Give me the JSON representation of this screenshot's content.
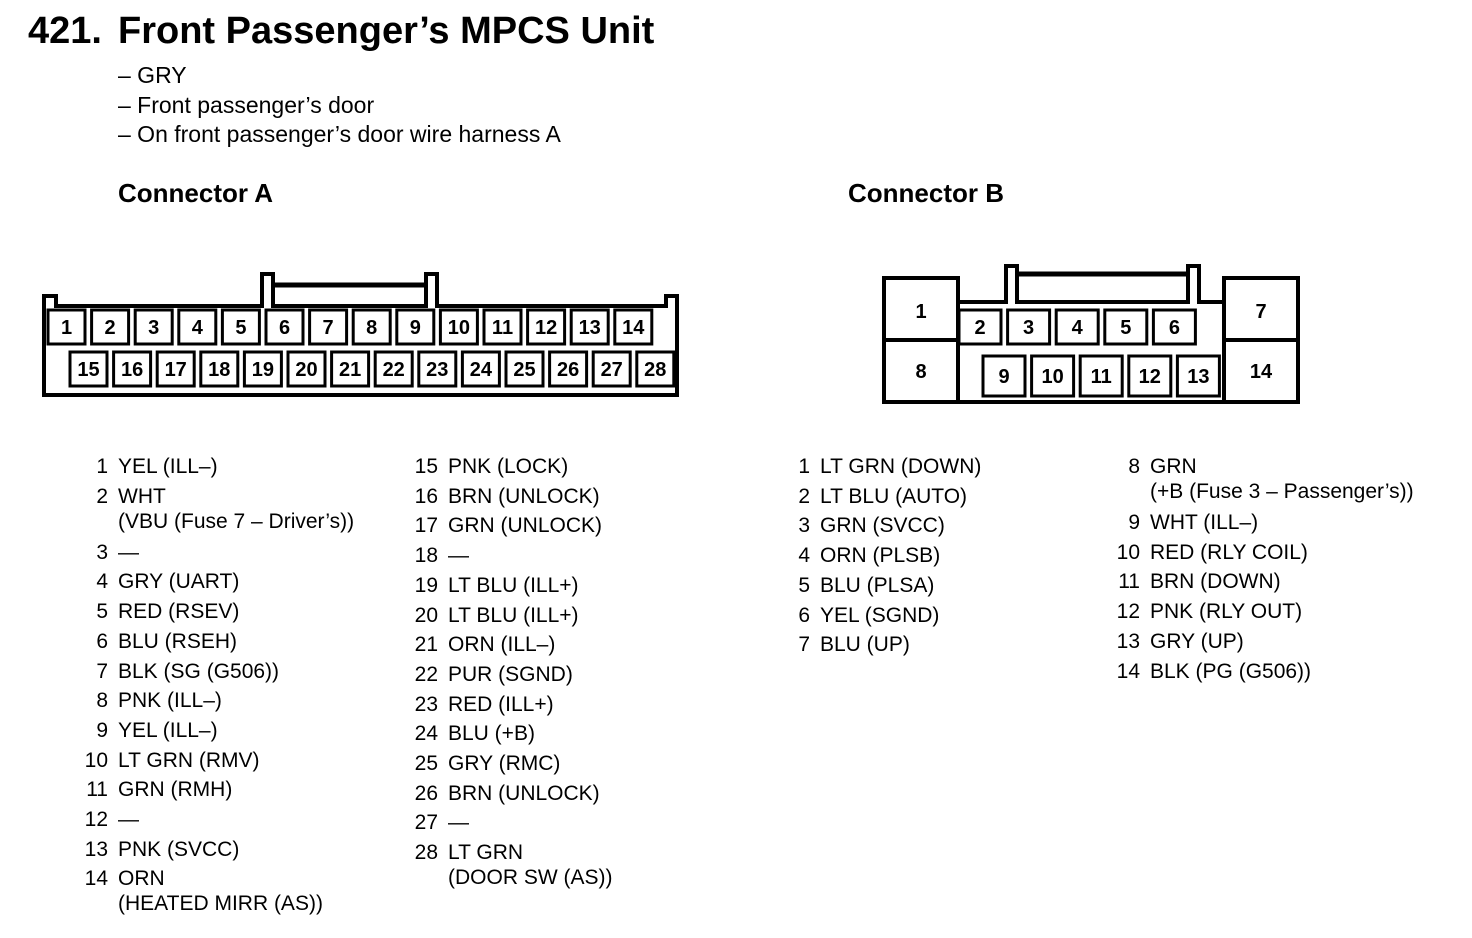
{
  "header": {
    "number": "421.",
    "title": "Front Passenger’s MPCS Unit",
    "color": "– GRY",
    "location": "– Front passenger’s door",
    "harness": "– On front passenger’s door wire harness A"
  },
  "connector_a": {
    "title": "Connector A",
    "top_row": [
      "1",
      "2",
      "3",
      "4",
      "5",
      "6",
      "7",
      "8",
      "9",
      "10",
      "11",
      "12",
      "13",
      "14"
    ],
    "bottom_row": [
      "15",
      "16",
      "17",
      "18",
      "19",
      "20",
      "21",
      "22",
      "23",
      "24",
      "25",
      "26",
      "27",
      "28"
    ],
    "pins_col1": [
      {
        "num": "1",
        "desc": "YEL (ILL–)"
      },
      {
        "num": "2",
        "desc": "WHT",
        "desc2": "(VBU (Fuse 7 – Driver’s))"
      },
      {
        "num": "3",
        "desc": "—"
      },
      {
        "num": "4",
        "desc": "GRY (UART)"
      },
      {
        "num": "5",
        "desc": "RED (RSEV)"
      },
      {
        "num": "6",
        "desc": "BLU (RSEH)"
      },
      {
        "num": "7",
        "desc": "BLK (SG (G506))"
      },
      {
        "num": "8",
        "desc": "PNK (ILL–)"
      },
      {
        "num": "9",
        "desc": "YEL (ILL–)"
      },
      {
        "num": "10",
        "desc": "LT GRN (RMV)"
      },
      {
        "num": "11",
        "desc": "GRN (RMH)"
      },
      {
        "num": "12",
        "desc": "—"
      },
      {
        "num": "13",
        "desc": "PNK (SVCC)"
      },
      {
        "num": "14",
        "desc": "ORN",
        "desc2": "(HEATED MIRR (AS))"
      }
    ],
    "pins_col2": [
      {
        "num": "15",
        "desc": "PNK (LOCK)"
      },
      {
        "num": "16",
        "desc": "BRN (UNLOCK)"
      },
      {
        "num": "17",
        "desc": "GRN (UNLOCK)"
      },
      {
        "num": "18",
        "desc": "—"
      },
      {
        "num": "19",
        "desc": "LT BLU (ILL+)"
      },
      {
        "num": "20",
        "desc": "LT BLU (ILL+)"
      },
      {
        "num": "21",
        "desc": "ORN (ILL–)"
      },
      {
        "num": "22",
        "desc": "PUR (SGND)"
      },
      {
        "num": "23",
        "desc": "RED (ILL+)"
      },
      {
        "num": "24",
        "desc": "BLU (+B)"
      },
      {
        "num": "25",
        "desc": "GRY (RMC)"
      },
      {
        "num": "26",
        "desc": "BRN (UNLOCK)"
      },
      {
        "num": "27",
        "desc": "—"
      },
      {
        "num": "28",
        "desc": "LT GRN",
        "desc2": "(DOOR SW (AS))"
      }
    ]
  },
  "connector_b": {
    "title": "Connector B",
    "left_top": "1",
    "left_bottom": "8",
    "mid_top": [
      "2",
      "3",
      "4",
      "5",
      "6"
    ],
    "mid_bottom": [
      "9",
      "10",
      "11",
      "12",
      "13"
    ],
    "right_top": "7",
    "right_bottom": "14",
    "pins_col1": [
      {
        "num": "1",
        "desc": "LT GRN (DOWN)"
      },
      {
        "num": "2",
        "desc": "LT BLU (AUTO)"
      },
      {
        "num": "3",
        "desc": "GRN (SVCC)"
      },
      {
        "num": "4",
        "desc": "ORN (PLSB)"
      },
      {
        "num": "5",
        "desc": "BLU (PLSA)"
      },
      {
        "num": "6",
        "desc": "YEL (SGND)"
      },
      {
        "num": "7",
        "desc": "BLU (UP)"
      }
    ],
    "pins_col2": [
      {
        "num": "8",
        "desc": "GRN",
        "desc2": "(+B (Fuse 3 – Passenger’s))"
      },
      {
        "num": "9",
        "desc": "WHT (ILL–)"
      },
      {
        "num": "10",
        "desc": "RED (RLY COIL)"
      },
      {
        "num": "11",
        "desc": "BRN (DOWN)"
      },
      {
        "num": "12",
        "desc": "PNK (RLY OUT)"
      },
      {
        "num": "13",
        "desc": "GRY (UP)"
      },
      {
        "num": "14",
        "desc": "BLK (PG (G506))"
      }
    ]
  }
}
